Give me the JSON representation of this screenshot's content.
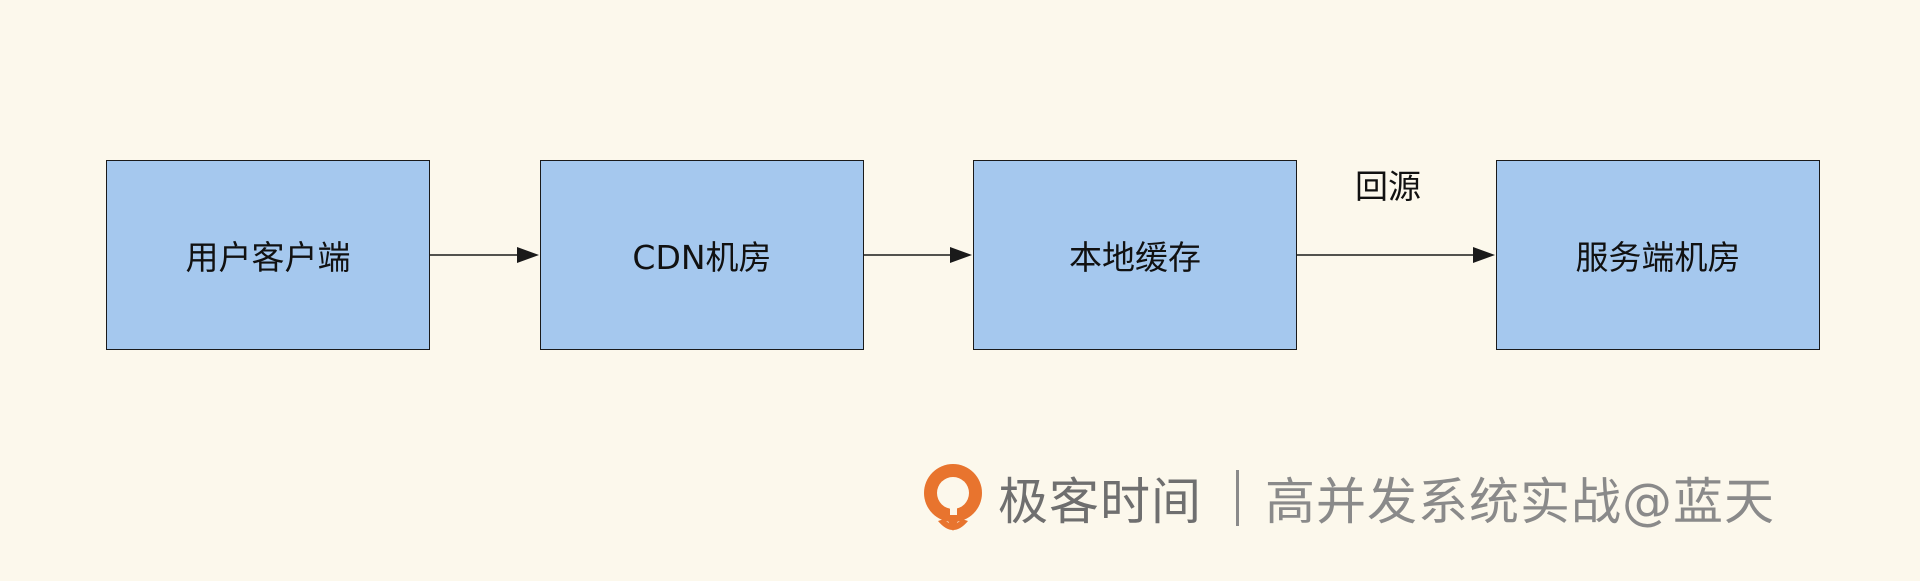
{
  "diagram": {
    "nodes": [
      {
        "id": "user",
        "label": "用户客户端"
      },
      {
        "id": "cdn",
        "label": "CDN机房"
      },
      {
        "id": "cache",
        "label": "本地缓存"
      },
      {
        "id": "server",
        "label": "服务端机房"
      }
    ],
    "edges": [
      {
        "from": "user",
        "to": "cdn",
        "label": ""
      },
      {
        "from": "cdn",
        "to": "cache",
        "label": ""
      },
      {
        "from": "cache",
        "to": "server",
        "label": "回源"
      }
    ]
  },
  "watermark": {
    "brand": "极客时间",
    "title": "高并发系统实战@蓝天",
    "logo_icon": "geektime-logo-icon"
  },
  "colors": {
    "background": "#fcf8ec",
    "node_fill": "#a5c8ee",
    "stroke": "#1a1a1a",
    "logo_orange": "#e8742e",
    "watermark_text": "#7d7d7d"
  }
}
